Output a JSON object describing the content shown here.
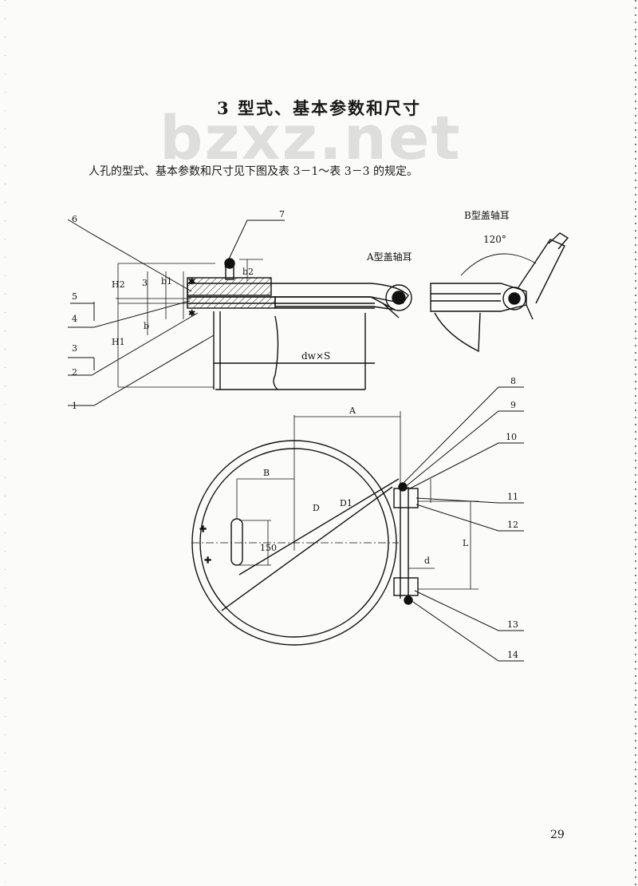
{
  "heading": "3   型式、基本参数和尺寸",
  "watermark": "bzxz.net",
  "intro": "人孔的型式、基本参数和尺寸见下图及表 3－1～表 3－3 的规定。",
  "page_number": "29",
  "drawing": {
    "a_hinge_label": "A型盖轴耳",
    "b_hinge_label": "B型盖轴耳",
    "angle_label": "120°",
    "pipe_label": "dw×S",
    "dims": {
      "H1": "H1",
      "H2": "H2",
      "b": "b",
      "b1": "b1",
      "b2": "b2",
      "three": "3",
      "A": "A",
      "B": "B",
      "D": "D",
      "D1": "D1",
      "L": "L",
      "d": "d",
      "slot": "150"
    },
    "part_numbers": [
      "1",
      "2",
      "3",
      "4",
      "5",
      "6",
      "7",
      "8",
      "9",
      "10",
      "11",
      "12",
      "13",
      "14"
    ]
  }
}
